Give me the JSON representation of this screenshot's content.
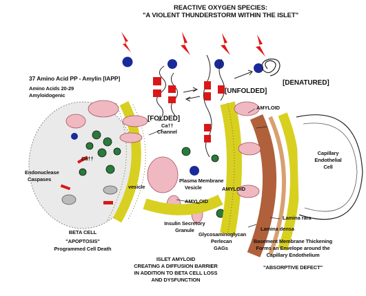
{
  "title": {
    "line1": "REACTIVE OXYGEN SPECIES:",
    "line2": "\"A VIOLENT THUNDERSTORM WITHIN THE ISLET\""
  },
  "iapp": {
    "heading": "37 Amino Acid PP - Amylin [IAPP]",
    "sub1": "Amino Acids 20-29",
    "sub2": "Amyloidogenic"
  },
  "states": {
    "folded": "[FOLDED]",
    "unfolded": "[UNFOLDED]",
    "denatured": "[DENATURED]"
  },
  "labels": {
    "amyloid_top": "AMYLOID",
    "amyloid_mid": "AMYLOID",
    "amyloid_low": "AMYLOID",
    "ca_channel_1": "Ca††",
    "ca_channel_2": "Channel",
    "ca_cell": "Ca††",
    "capillary_1": "Capillary",
    "capillary_2": "Endothelial",
    "capillary_3": "Cell",
    "endonuclease_1": "Endonuclease",
    "endonuclease_2": "Caspases",
    "vesicle": "vesicle",
    "plasma_1": "Plasma Membrane",
    "plasma_2": "Vesicle",
    "beta_cell": "BETA CELL",
    "apoptosis": "\"APOPTOSIS\"",
    "programmed": "Programmed Cell Death",
    "insulin_1": "Insulin Secretory",
    "insulin_2": "Granule",
    "glycos": "Glycosaminoglycan",
    "perlecan": "Perlecan",
    "gags": "GAGs",
    "lamina_rara": "Lamina rara",
    "lamina_densa": "Lamina densa",
    "basement_1": "Basement Membrane Thickening",
    "basement_2": "Forms an Envelope around the",
    "basement_3": "Capillary Endothelium",
    "absorptive": "\"ABSORPTIVE DEFECT\""
  },
  "footer": {
    "line1": "ISLET AMYLOID",
    "line2": "CREATING A DIFFUSION  BARRIER",
    "line3": "IN ADDITION TO BETA CELL LOSS",
    "line4": "AND DYSFUNCTION"
  },
  "colors": {
    "lightning": "#e01818",
    "ros_dot": "#1a2a9a",
    "granule": "#2a7a3a",
    "amyloid_fibril": "#d8d020",
    "basement": "#b0603a",
    "membrane_pink": "#f0b8c0"
  }
}
